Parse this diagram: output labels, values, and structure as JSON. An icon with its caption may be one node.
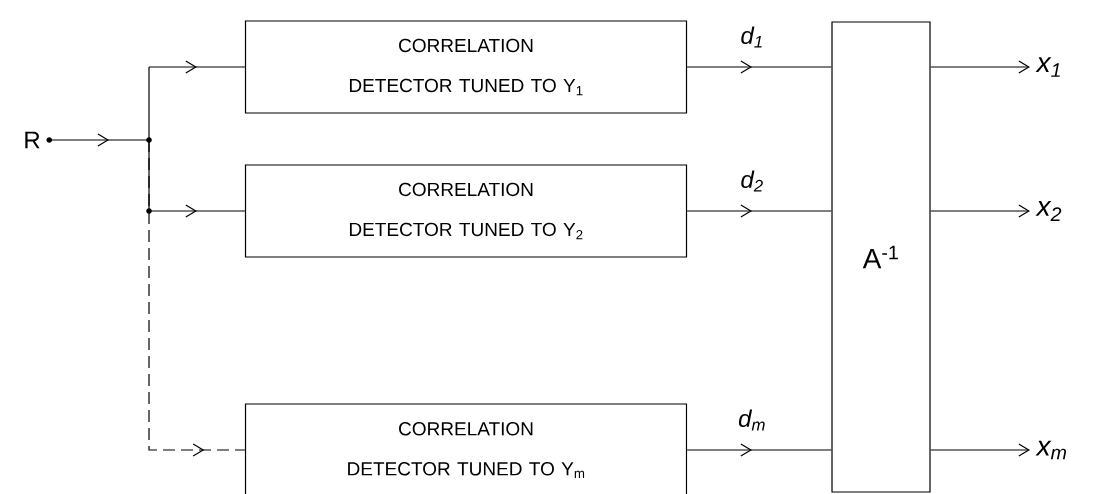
{
  "diagram": {
    "nodes": [
      {
        "text": [
          "R"
        ]
      },
      {
        "text": [
          "CORRELATION DETECTOR TUNED TO Y$_{1}$"
        ]
      },
      {
        "text": [
          "CORRELATION DETECTOR TUNED TO Y$_{2}$"
        ]
      },
      {
        "text": [
          "CORRELATION DETECTOR TUNED TO Y$_{m}$"
        ]
      },
      {
        "text": [
          "A$^{-1}$"
        ]
      },
      {
        "text": [
          "x$_{1}$"
        ]
      },
      {
        "text": [
          "x$_{2}$"
        ]
      },
      {
        "text": [
          "x$_{m}$"
        ]
      }
    ],
    "edges": [
      {
        "from": 0,
        "to": 1,
        "arrow": "to"
      },
      {
        "from": 0,
        "to": 2,
        "arrow": "to"
      },
      {
        "from": 0,
        "to": 3,
        "arrow": "to",
        "style": "dashed"
      },
      {
        "from": 1,
        "to": 4,
        "arrow": "to",
        "label": "d$_{1}$"
      },
      {
        "from": 2,
        "to": 4,
        "arrow": "to",
        "label": "d$_{2}$"
      },
      {
        "from": 3,
        "to": 4,
        "arrow": "to",
        "label": "d$_{m}$"
      },
      {
        "from": 4,
        "to": 5,
        "arrow": "to"
      },
      {
        "from": 4,
        "to": 6,
        "arrow": "to"
      },
      {
        "from": 4,
        "to": 7,
        "arrow": "to"
      }
    ]
  }
}
